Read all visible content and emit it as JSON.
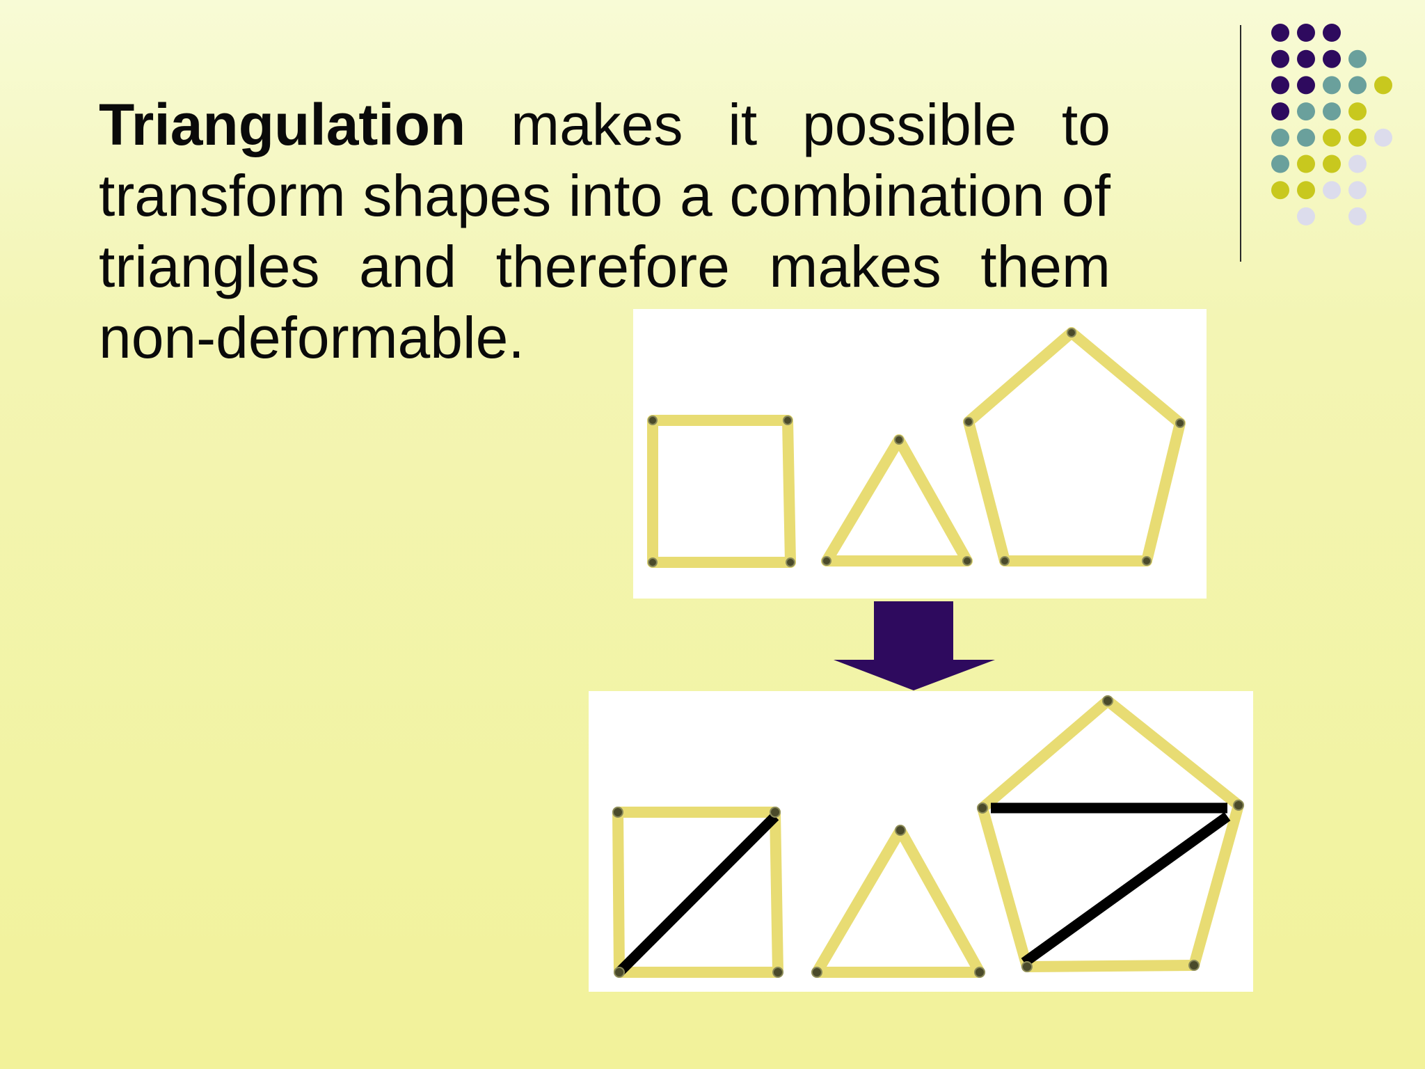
{
  "slide": {
    "heading_term": "Triangulation",
    "body_rest": " makes it possible to transform shapes into a combination of triangles and therefore makes them non-deformable."
  },
  "colors": {
    "background": "#f3f5b4",
    "dot_purple": "#2e0a5e",
    "dot_teal": "#6aa09c",
    "dot_yellow": "#c8c81e",
    "dot_lavender": "#dcdcec",
    "arrow": "#2e0a5e",
    "stick": "#e8dc73",
    "brace": "#000000"
  },
  "figures": {
    "before_icon": "wooden-stick-shapes-unbraced",
    "arrow_icon": "down-arrow-icon",
    "after_icon": "wooden-stick-shapes-triangulated"
  }
}
